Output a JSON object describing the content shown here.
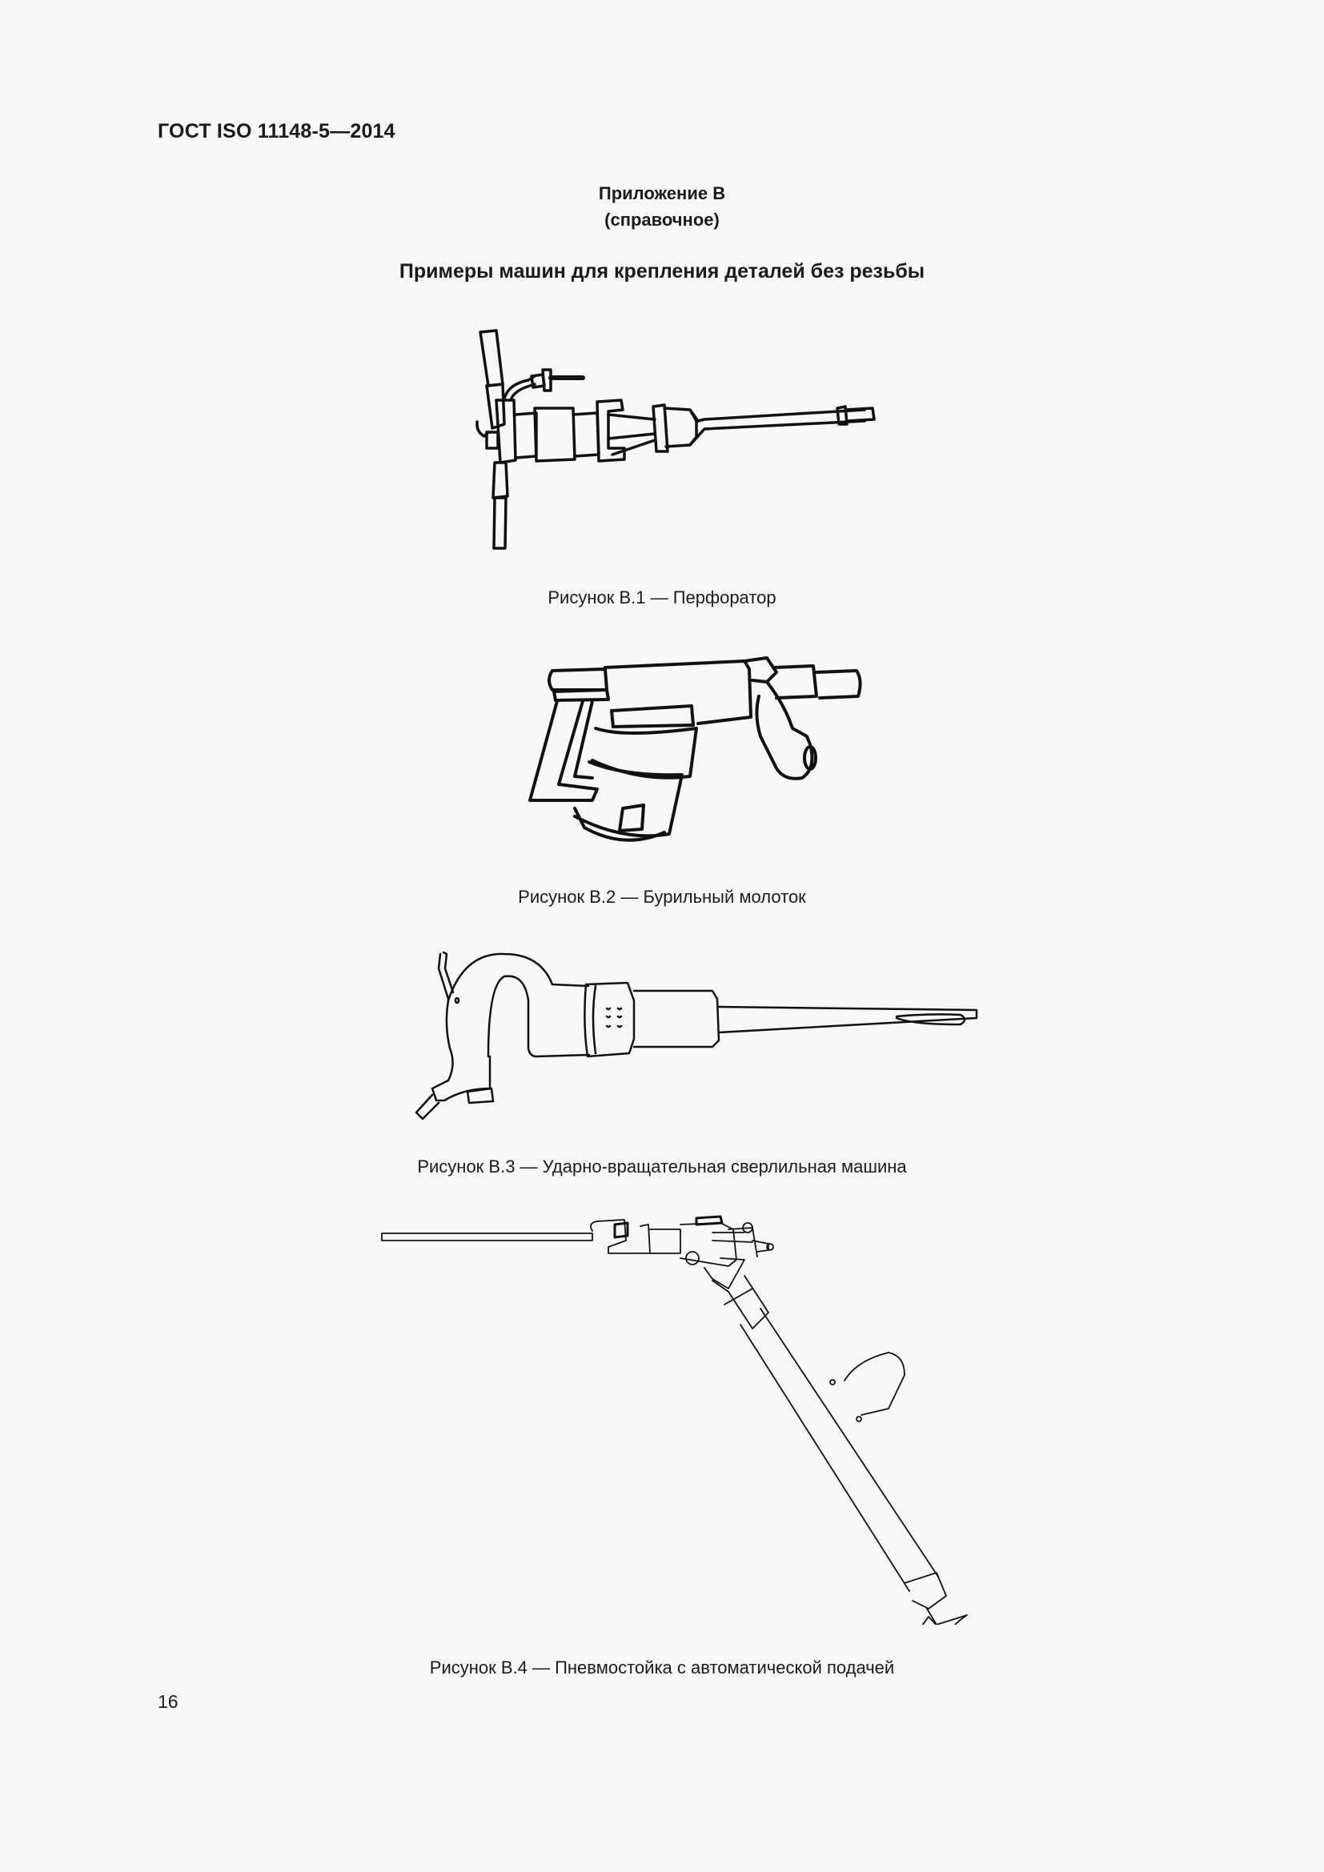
{
  "header": {
    "document_code": "ГОСТ ISO 11148-5—2014"
  },
  "annex": {
    "title": "Приложение В",
    "subtitle": "(справочное)",
    "heading": "Примеры машин для крепления деталей без резьбы"
  },
  "figures": [
    {
      "id": "B.1",
      "caption": "Рисунок В.1 — Перфоратор",
      "icon": "rock-drill-illustration"
    },
    {
      "id": "B.2",
      "caption": "Рисунок В.2 — Бурильный молоток",
      "icon": "drilling-hammer-illustration"
    },
    {
      "id": "B.3",
      "caption": "Рисунок В.3 — Ударно-вращательная сверлильная машина",
      "icon": "rotary-percussive-drill-illustration"
    },
    {
      "id": "B.4",
      "caption": "Рисунок В.4 — Пневмостойка с автоматической подачей",
      "icon": "pneumatic-pusher-leg-illustration"
    }
  ],
  "footer": {
    "page_number": "16"
  }
}
